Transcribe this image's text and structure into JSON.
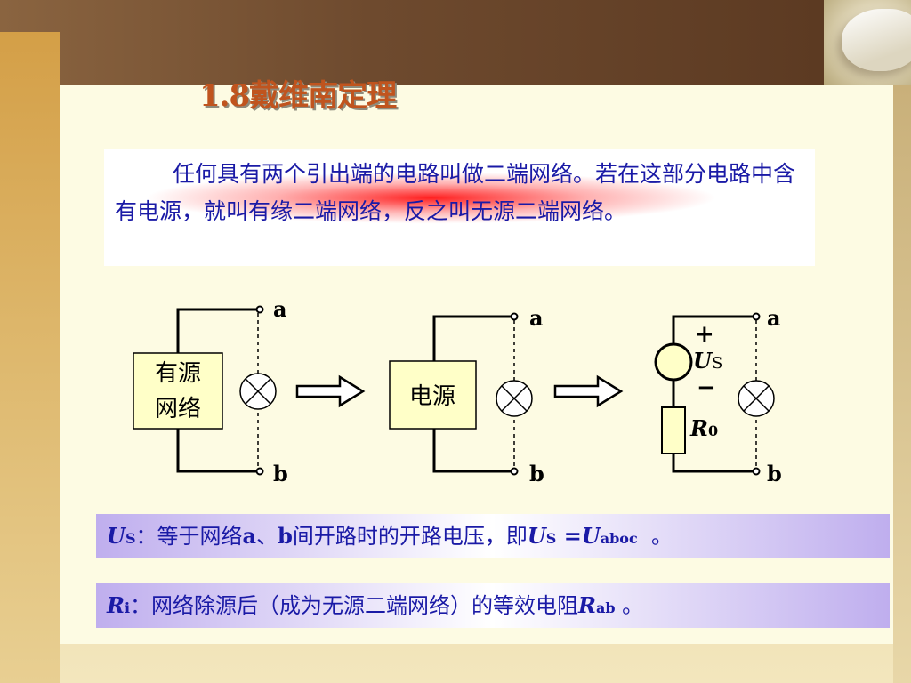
{
  "slide": {
    "title": "1.8戴维南定理",
    "intro": "任何具有两个引出端的电路叫做二端网络。若在这部分电路中含有电源，就叫有缘二端网络，反之叫无源二端网络。"
  },
  "diagram": {
    "active_network_line1": "有源",
    "active_network_line2": "网络",
    "source_box": "电源",
    "terminal_a": "a",
    "terminal_b": "b",
    "plus": "+",
    "minus": "−",
    "us_symbol": "U",
    "us_subscript": "S",
    "r0_symbol": "R",
    "r0_subscript": "0"
  },
  "notes": {
    "us": {
      "symbol": "U",
      "subscript": "S",
      "text1": "：等于网络",
      "a": "a",
      "sep": "、",
      "b": "b",
      "text2": "间开路时的开路电压，即",
      "eq_symbol1": "U",
      "eq_sub1": "S",
      "eq_mid": " =",
      "eq_symbol2": "U",
      "eq_sub2": "aboc",
      "end": "  。"
    },
    "ri": {
      "symbol": "R",
      "subscript": "i",
      "text": "：网络除源后（成为无源二端网络）的等效电阻",
      "eq_symbol": "R",
      "eq_sub": "ab",
      "end": " 。"
    }
  },
  "colors": {
    "title": "#c0541e",
    "text_blue": "#1a1aa6",
    "box_fill": "#ffffc8",
    "note_purple": "#bfaeee"
  }
}
